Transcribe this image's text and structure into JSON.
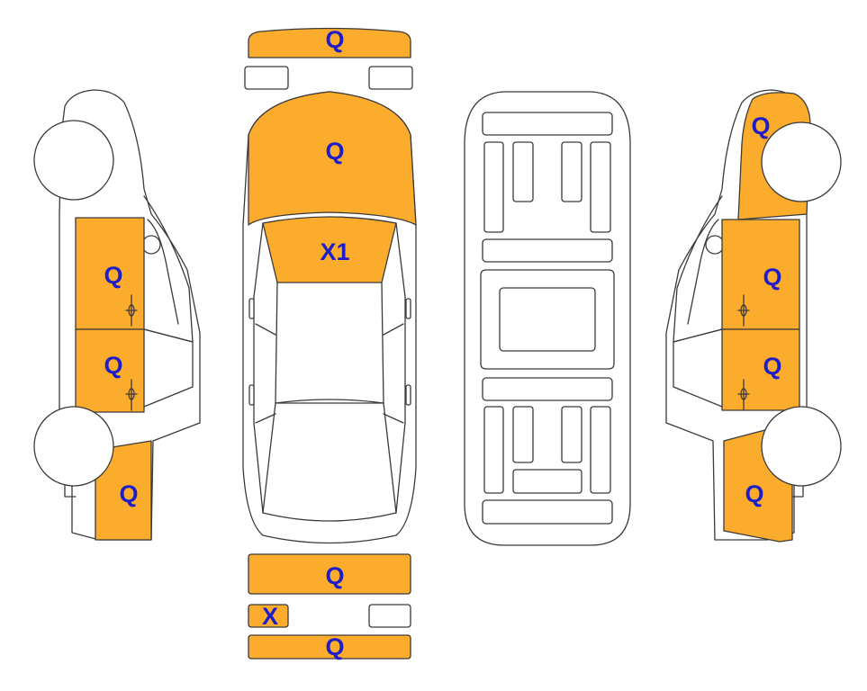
{
  "colors": {
    "highlight": "#FBAC2D",
    "label": "#1E1EC8",
    "outline": "#3A3A3A",
    "background": "#FFFFFF"
  },
  "codes": {
    "front_bumper": "Q",
    "hood": "Q",
    "windshield": "X1",
    "trunk": "Q",
    "rear_panel_small": "X",
    "rear_bumper": "Q",
    "left_front_door": "Q",
    "left_rear_door": "Q",
    "left_rear_quarter": "Q",
    "right_front_fender": "Q",
    "right_front_door": "Q",
    "right_rear_door": "Q",
    "right_rear_quarter": "Q"
  }
}
